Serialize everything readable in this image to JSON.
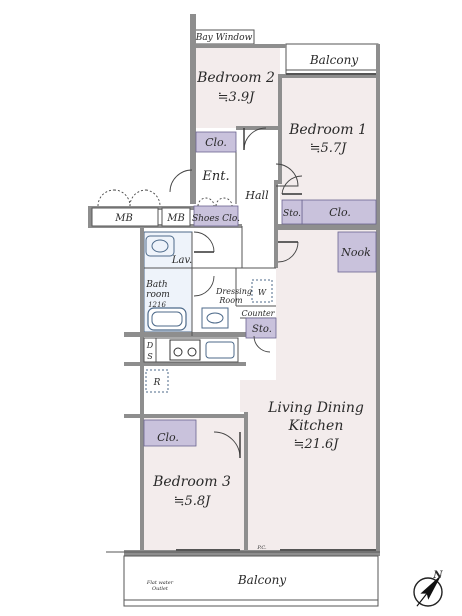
{
  "rooms": {
    "bay_window": "Bay Window",
    "balcony_top": "Balcony",
    "bedroom2": {
      "name": "Bedroom 2",
      "size": "≒3.9J"
    },
    "bedroom1": {
      "name": "Bedroom 1",
      "size": "≒5.7J"
    },
    "clo_b2": "Clo.",
    "ent": "Ent.",
    "hall": "Hall",
    "sto_upper": "Sto.",
    "clo_b1": "Clo.",
    "mb_left": "MB",
    "mb_right": "MB",
    "shoes_clo": "Shoes Clo.",
    "nook": "Nook",
    "lav": "Lav.",
    "bathroom": {
      "line1": "Bath",
      "line2": "room",
      "line3": "1216"
    },
    "dressing": {
      "line1": "Dressing",
      "line2": "Room"
    },
    "wm": "W",
    "counter": "Counter",
    "sto_kitchen": "Sto.",
    "ds": {
      "d": "D",
      "s": "S"
    },
    "r": "R",
    "ldk": {
      "line1": "Living Dining",
      "line2": "Kitchen",
      "size": "≒21.6J"
    },
    "clo_b3": "Clo.",
    "bedroom3": {
      "name": "Bedroom 3",
      "size": "≒5.8J"
    },
    "balcony_bottom": "Balcony",
    "ac_label": {
      "line1": "Flat water",
      "line2": "Outlet"
    },
    "pc": "P.C."
  },
  "compass": {
    "north_label": "N"
  },
  "colors": {
    "room_fill": "#f3ecec",
    "closet_fill": "#c9c2dc",
    "wall": "#8e8e8e",
    "bath_fill": "#eef3fa"
  }
}
